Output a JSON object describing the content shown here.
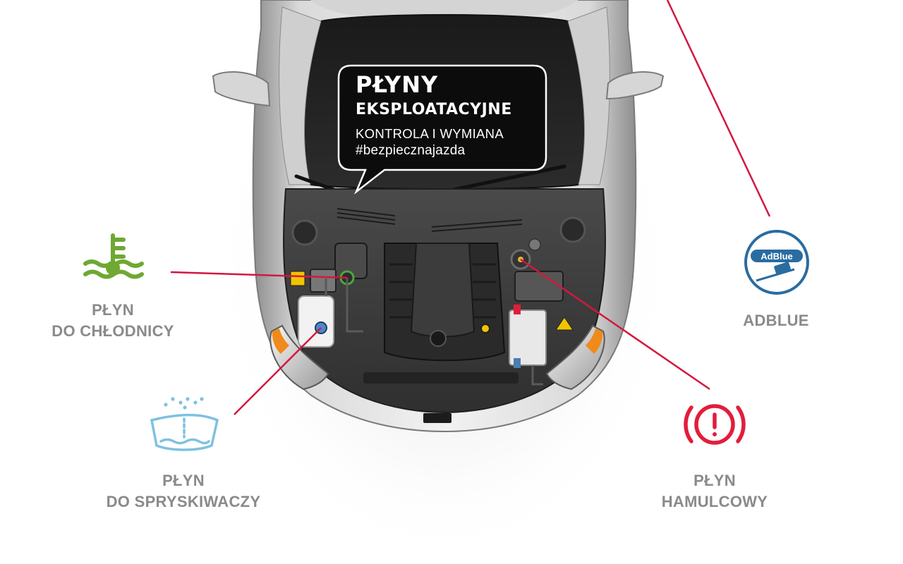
{
  "bubble": {
    "title_line1": "PŁYNY",
    "title_line2": "EKSPLOATACYJNE",
    "subtitle": "KONTROLA I WYMIANA",
    "hashtag": "#bezpiecznajazda"
  },
  "callouts": {
    "coolant": {
      "line1": "PŁYN",
      "line2": "DO CHŁODNICY",
      "icon": "coolant-temperature-icon",
      "color": "#6fa832"
    },
    "washer": {
      "line1": "PŁYN",
      "line2": "DO SPRYSKIWACZY",
      "icon": "windshield-washer-icon",
      "color": "#7ec2df"
    },
    "brake": {
      "line1": "PŁYN",
      "line2": "HAMULCOWY",
      "icon": "brake-warning-icon",
      "color": "#e21d3c"
    },
    "adblue": {
      "line1": "ADBLUE",
      "icon": "adblue-logo-icon",
      "icon_text": "AdBlue",
      "color": "#2a6ca0"
    }
  },
  "colors": {
    "leader_line": "#d3173f",
    "label_text": "#8a8a8a",
    "car_body": "#bdbdbd",
    "engine_bay": "#3a3a3a"
  }
}
